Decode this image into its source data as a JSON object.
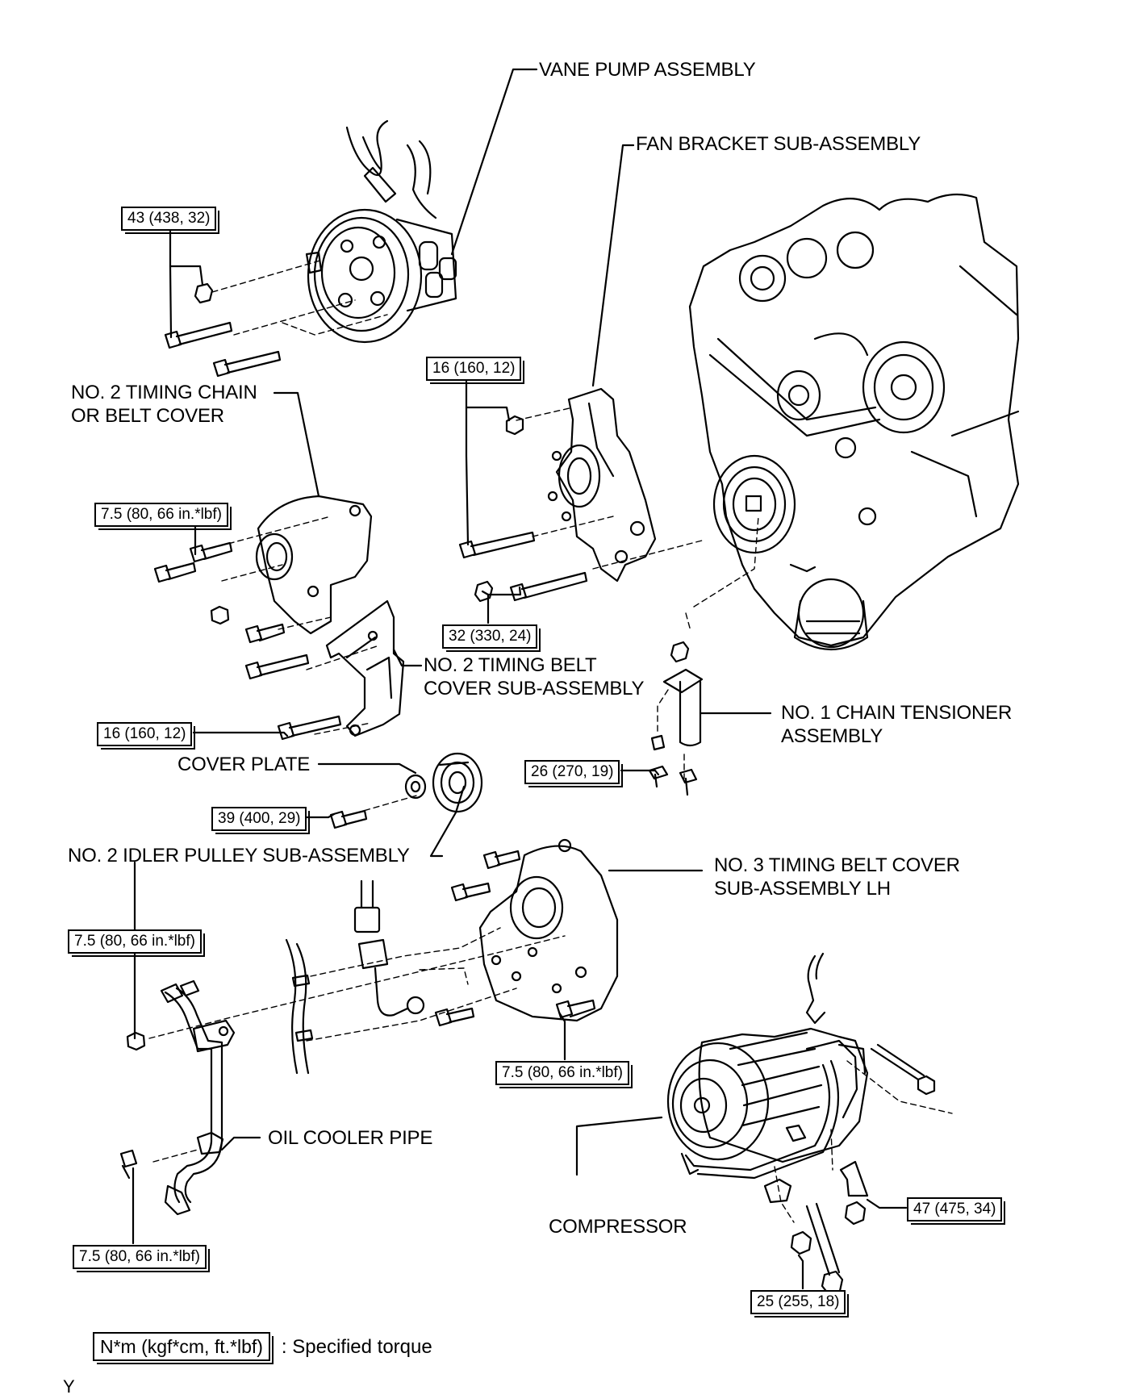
{
  "labels": {
    "vane_pump": "VANE PUMP ASSEMBLY",
    "fan_bracket": "FAN BRACKET SUB-ASSEMBLY",
    "no2_timing_chain_line1": "NO. 2 TIMING CHAIN",
    "no2_timing_chain_line2": "OR BELT COVER",
    "no2_timing_belt_line1": "NO. 2 TIMING BELT",
    "no2_timing_belt_line2": "COVER SUB-ASSEMBLY",
    "chain_tensioner_line1": "NO. 1 CHAIN TENSIONER",
    "chain_tensioner_line2": "ASSEMBLY",
    "cover_plate": "COVER PLATE",
    "idler_pulley": "NO. 2 IDLER PULLEY SUB-ASSEMBLY",
    "no3_timing_line1": "NO. 3 TIMING BELT COVER",
    "no3_timing_line2": "SUB-ASSEMBLY LH",
    "oil_cooler_pipe": "OIL COOLER PIPE",
    "compressor": "COMPRESSOR"
  },
  "torques": {
    "t43": "43 (438, 32)",
    "t16_bracket": "16 (160, 12)",
    "t75_cover2": "7.5 (80, 66 in.*lbf)",
    "t32": "32 (330, 24)",
    "t16_lower": "16 (160, 12)",
    "t26": "26 (270, 19)",
    "t39": "39 (400, 29)",
    "t75_left": "7.5 (80, 66 in.*lbf)",
    "t75_cover3": "7.5 (80, 66 in.*lbf)",
    "t75_bottom": "7.5 (80, 66 in.*lbf)",
    "t47": "47 (475, 34)",
    "t25": "25 (255, 18)"
  },
  "legend": {
    "unit_box": "N*m (kgf*cm, ft.*lbf)",
    "description": ": Specified torque"
  },
  "corner_mark": "Y"
}
